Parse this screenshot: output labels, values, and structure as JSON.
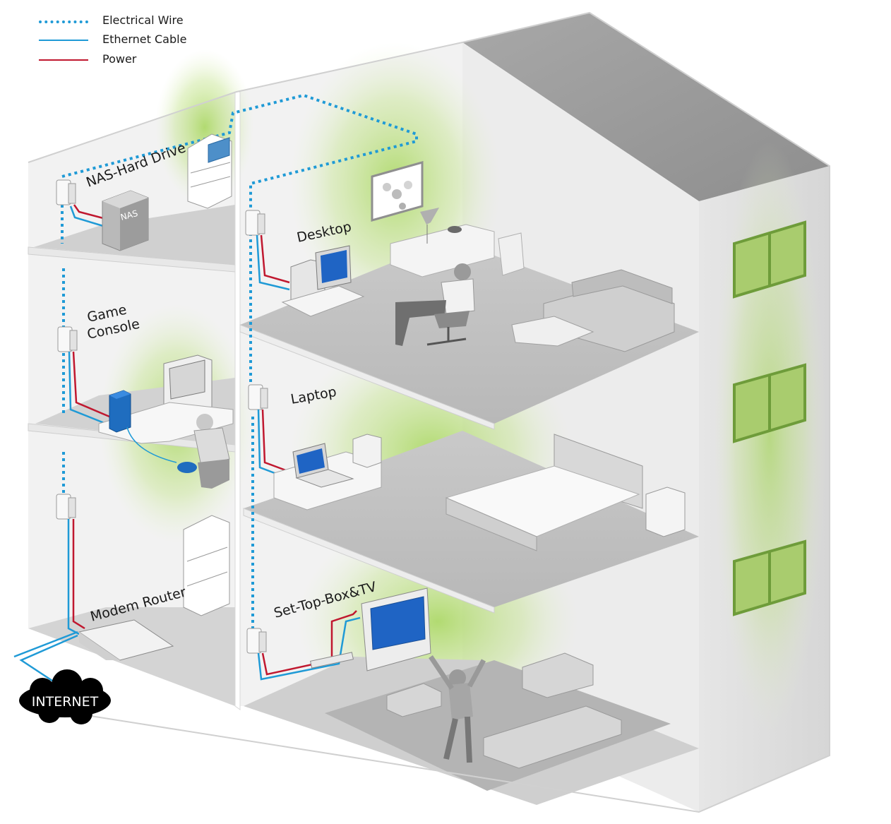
{
  "legend": {
    "electrical_wire": "Electrical Wire",
    "ethernet_cable": "Ethernet Cable",
    "power": "Power"
  },
  "labels": {
    "nas": "NAS-Hard Drive",
    "nas_box": "NAS",
    "desktop": "Desktop",
    "game_console_line1": "Game",
    "game_console_line2": "Console",
    "laptop": "Laptop",
    "modem_router": "Modem  Router",
    "set_top_box": "Set-Top-Box&TV",
    "internet": "INTERNET"
  },
  "colors": {
    "electrical_wire": "#1f9ad6",
    "ethernet_cable": "#1f9ad6",
    "power": "#c0182f",
    "glow": "#9ed048",
    "window": "#7fb04a"
  }
}
